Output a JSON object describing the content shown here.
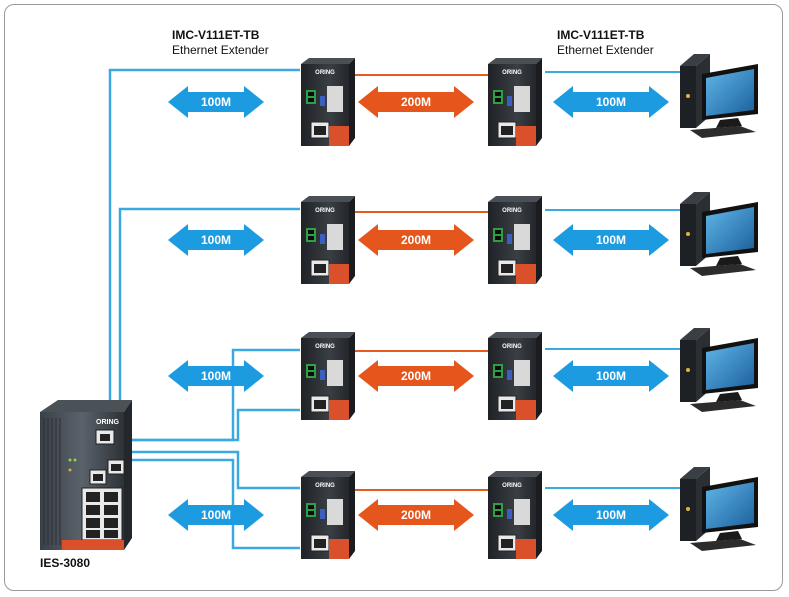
{
  "headers": [
    {
      "model": "IMC-V111ET-TB",
      "desc": "Ethernet Extender"
    },
    {
      "model": "IMC-V111ET-TB",
      "desc": "Ethernet Extender"
    }
  ],
  "switch": {
    "label": "IES-3080",
    "brand": "ORING"
  },
  "extender_brand": "ORING",
  "rows": [
    {
      "left_speed": "100M",
      "mid_speed": "200M",
      "right_speed": "100M"
    },
    {
      "left_speed": "100M",
      "mid_speed": "200M",
      "right_speed": "100M"
    },
    {
      "left_speed": "100M",
      "mid_speed": "200M",
      "right_speed": "100M"
    },
    {
      "left_speed": "100M",
      "mid_speed": "200M",
      "right_speed": "100M"
    }
  ],
  "colors": {
    "ethernet_line": "#3aa9df",
    "vdsl_line": "#e85a1b",
    "blue_arrow": "#1d9be0",
    "orange_arrow": "#e4561c",
    "device_body": "#2b2f33",
    "device_accent": "#d9502a"
  }
}
